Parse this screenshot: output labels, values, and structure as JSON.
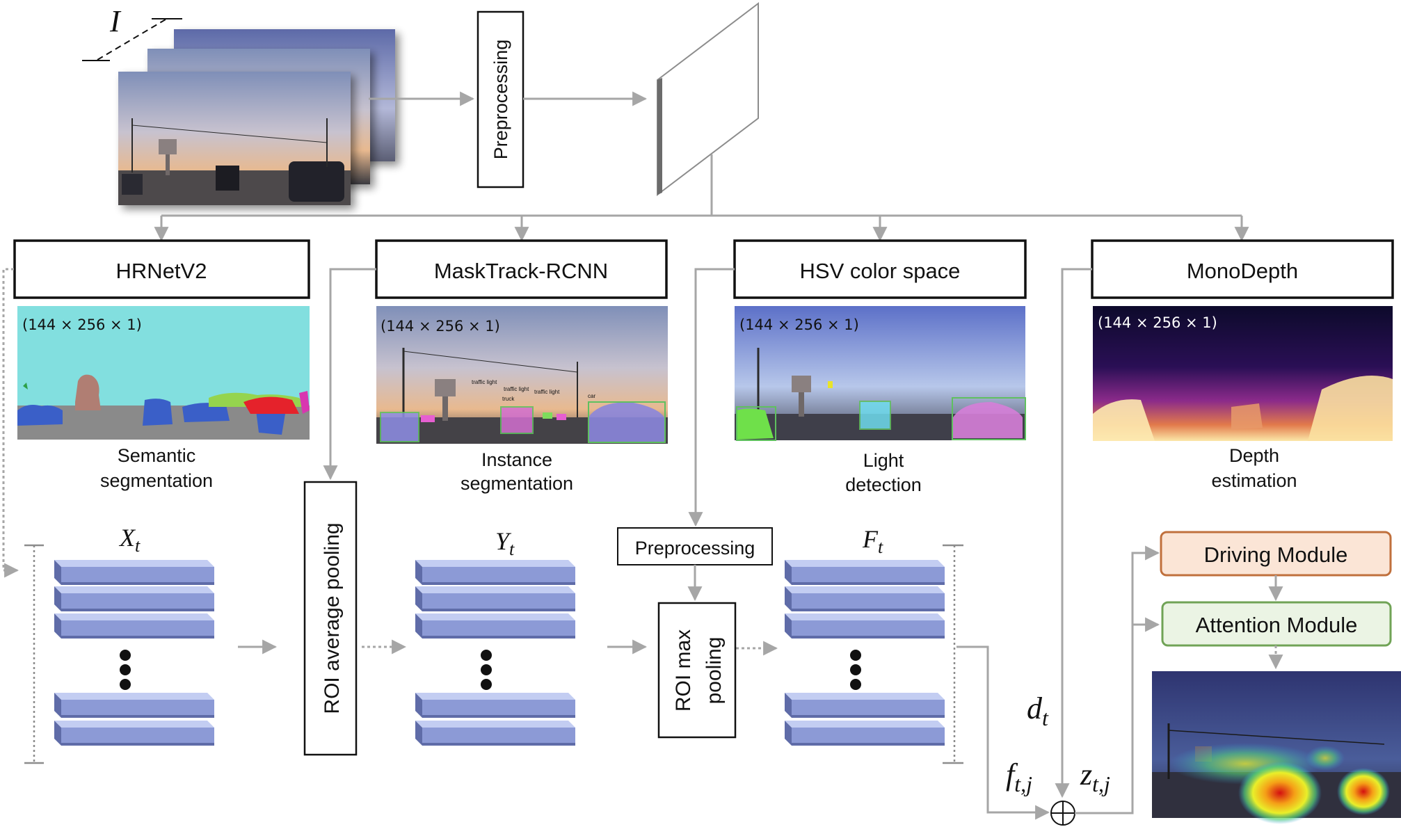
{
  "input": {
    "symbol": "I"
  },
  "preprocessing_top": "Preprocessing",
  "modules": {
    "hrnet": {
      "title": "HRNetV2",
      "dims": "(144 × 256 × 1)",
      "caption_l1": "Semantic",
      "caption_l2": "segmentation"
    },
    "masktrack": {
      "title": "MaskTrack-RCNN",
      "dims": "(144 × 256 × 1)",
      "caption_l1": "Instance",
      "caption_l2": "segmentation",
      "det_labels": [
        "traffic light",
        "traffic light",
        "traffic light",
        "truck",
        "car"
      ]
    },
    "hsv": {
      "title": "HSV color space",
      "dims": "(144 × 256 × 1)",
      "caption_l1": "Light",
      "caption_l2": "detection"
    },
    "monodepth": {
      "title": "MonoDepth",
      "dims": "(144 × 256 × 1)",
      "caption_l1": "Depth",
      "caption_l2": "estimation"
    }
  },
  "roi_avg_pooling": "ROI average pooling",
  "roi_max_pooling_l1": "ROI max",
  "roi_max_pooling_l2": "pooling",
  "preprocessing_mid": "Preprocessing",
  "stack_labels": {
    "x_main": "X",
    "x_sub": "t",
    "y_main": "Y",
    "y_sub": "t",
    "f_main": "F",
    "f_sub": "t"
  },
  "vars": {
    "d_main": "d",
    "d_sub": "t",
    "f_main": "f",
    "f_sub": "t,j",
    "z_main": "z",
    "z_sub": "t,j"
  },
  "driving_module": "Driving Module",
  "attention_module": "Attention Module",
  "colors": {
    "arrow": "#a6a6a6",
    "driving_border": "#c0703c",
    "driving_fill": "#fbe5d6",
    "attention_border": "#70a356",
    "attention_fill": "#ebf4e4",
    "slab_top": "#c3cdf2",
    "slab_front": "#8c9ad6",
    "slab_side": "#5f6ca8"
  }
}
